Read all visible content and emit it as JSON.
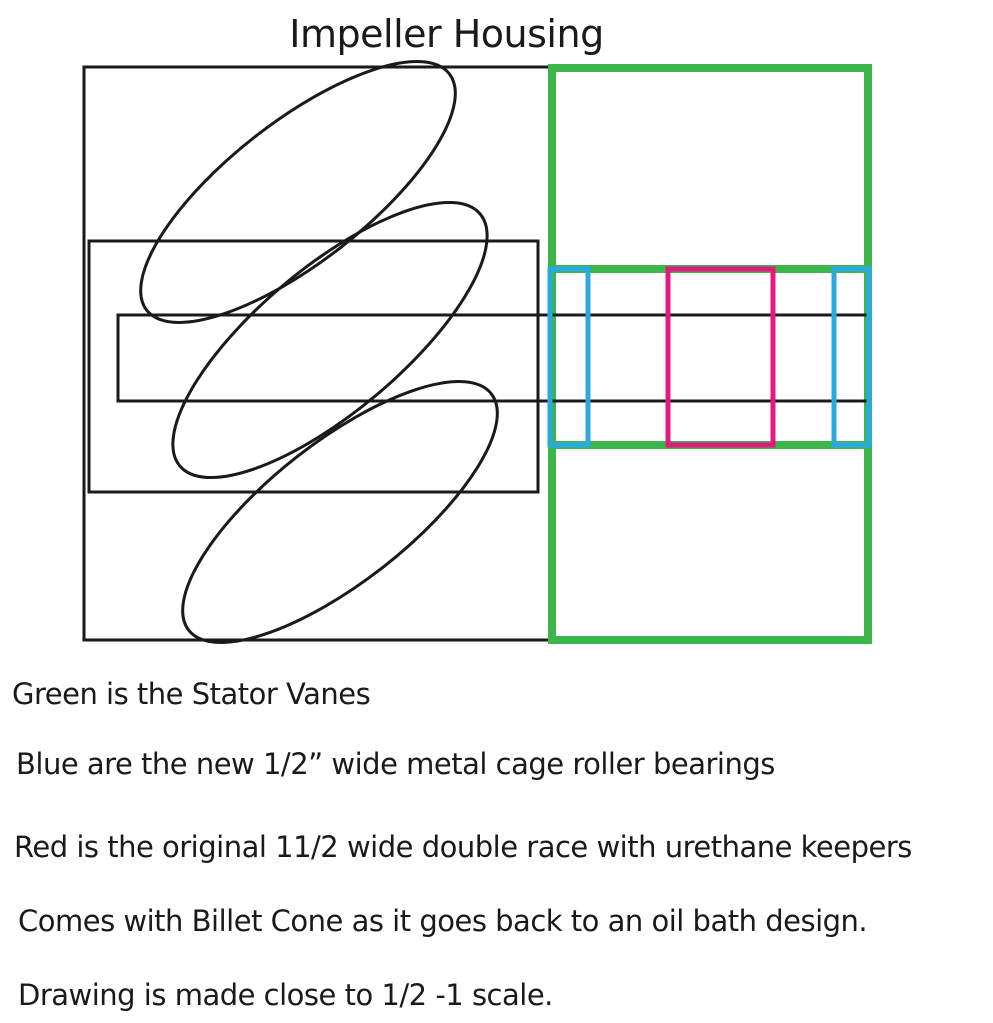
{
  "title": "Impeller Housing",
  "colors": {
    "outline": "#1a1a1a",
    "stator": "#3cb64a",
    "bearing": "#2aa9e0",
    "original_race": "#e4187f"
  },
  "notes": [
    "Green is the Stator Vanes",
    "Blue are the new 1/2” wide metal cage roller bearings",
    "Red is the original 11/2 wide double race with urethane keepers",
    "Comes with Billet Cone as it goes back to an oil bath design.",
    "Drawing is made close to 1/2 -1 scale."
  ]
}
